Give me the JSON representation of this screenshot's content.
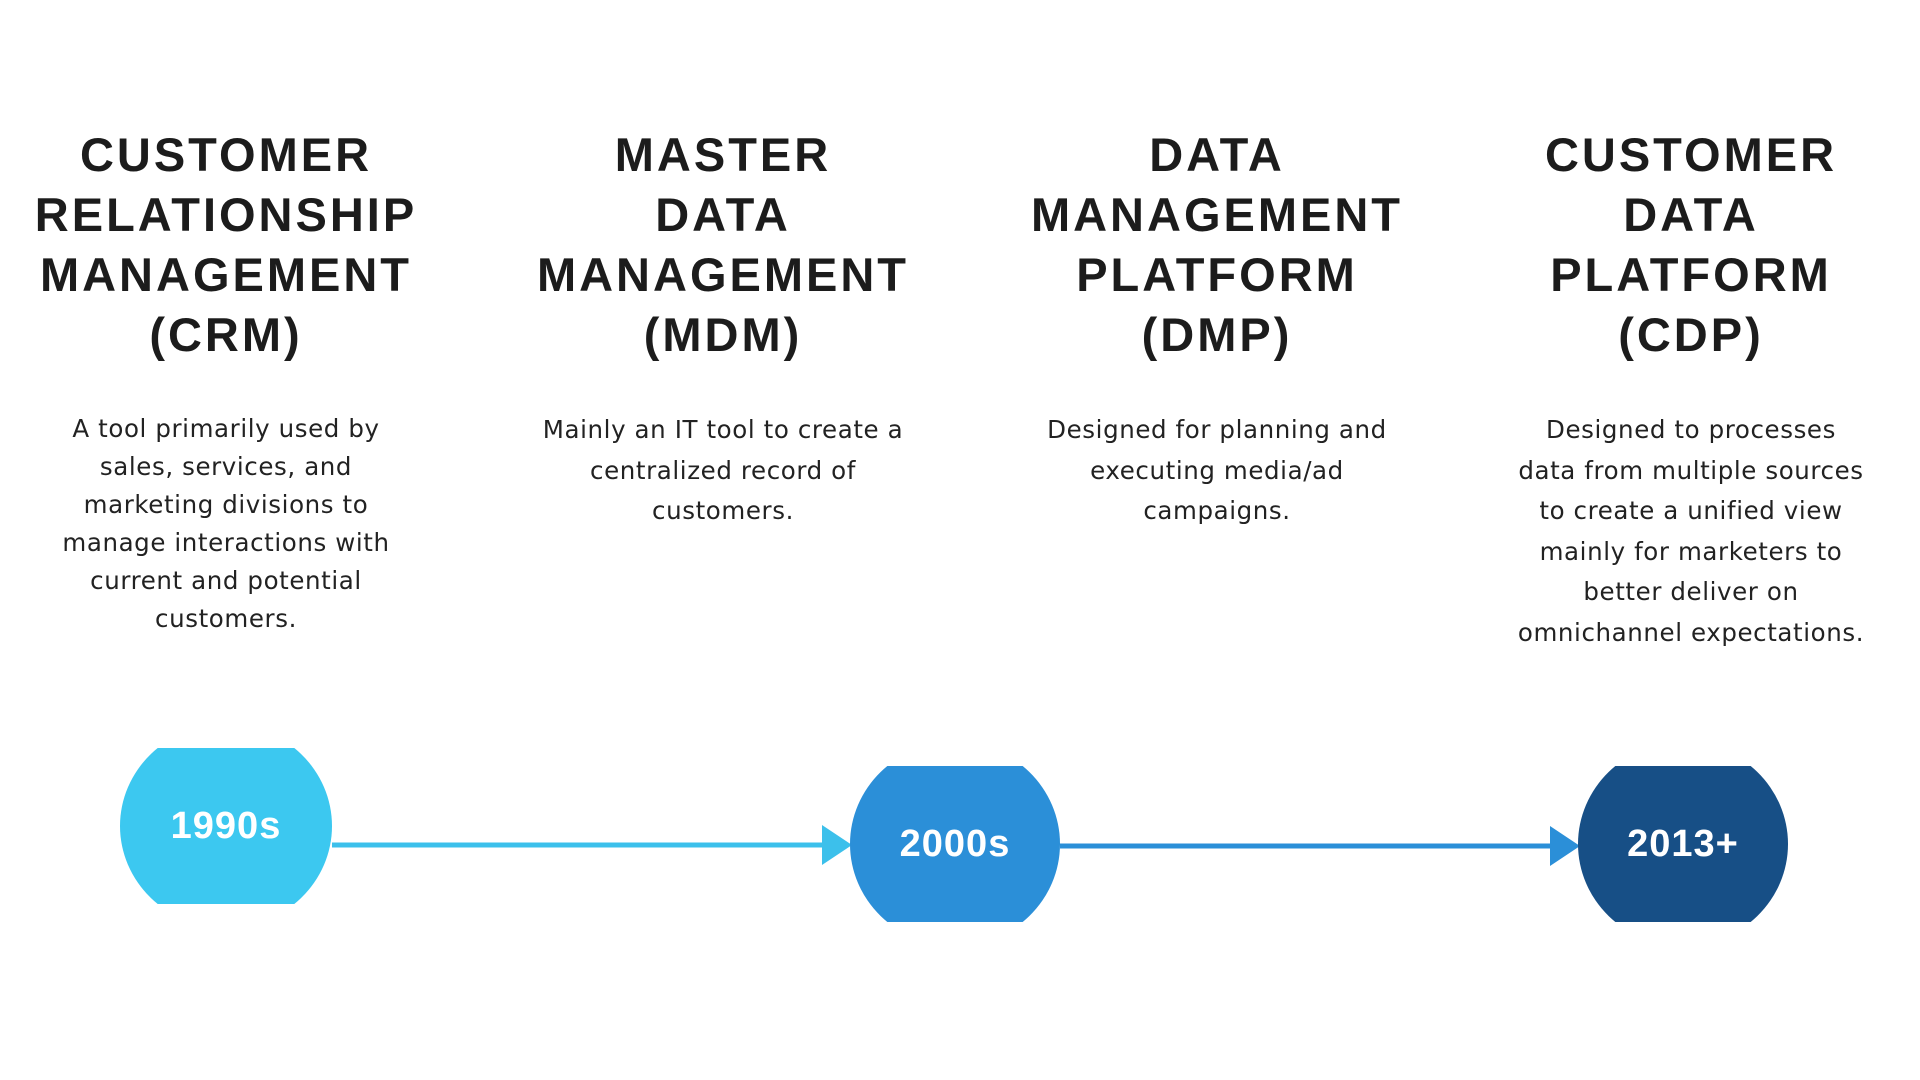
{
  "columns": [
    {
      "title_lines": [
        "CUSTOMER",
        "RELATIONSHIP",
        "MANAGEMENT",
        "(CRM)"
      ],
      "description_lines": [
        "A tool primarily used by",
        "sales, services, and",
        "marketing divisions to",
        "manage interactions with",
        "current and potential",
        "customers."
      ]
    },
    {
      "title_lines": [
        "MASTER",
        "DATA",
        "MANAGEMENT",
        "(MDM)"
      ],
      "description_lines": [
        "Mainly an IT tool to create a",
        "centralized record of",
        "customers."
      ]
    },
    {
      "title_lines": [
        "DATA",
        "MANAGEMENT",
        "PLATFORM",
        "(DMP)"
      ],
      "description_lines": [
        "Designed for planning and",
        "executing media/ad",
        "campaigns."
      ]
    },
    {
      "title_lines": [
        "CUSTOMER",
        "DATA",
        "PLATFORM",
        "(CDP)"
      ],
      "description_lines": [
        "Designed to processes",
        "data from multiple sources",
        "to create a unified view",
        "mainly for marketers to",
        "better deliver on",
        "omnichannel expectations."
      ]
    }
  ],
  "timeline": {
    "nodes": [
      {
        "label": "1990s",
        "color": "#3cc8f0"
      },
      {
        "label": "2000s",
        "color": "#2b8fd8"
      },
      {
        "label": "2013+",
        "color": "#174f86"
      }
    ],
    "arrow_colors": [
      "#3cc0eb",
      "#2b8fd8"
    ]
  }
}
